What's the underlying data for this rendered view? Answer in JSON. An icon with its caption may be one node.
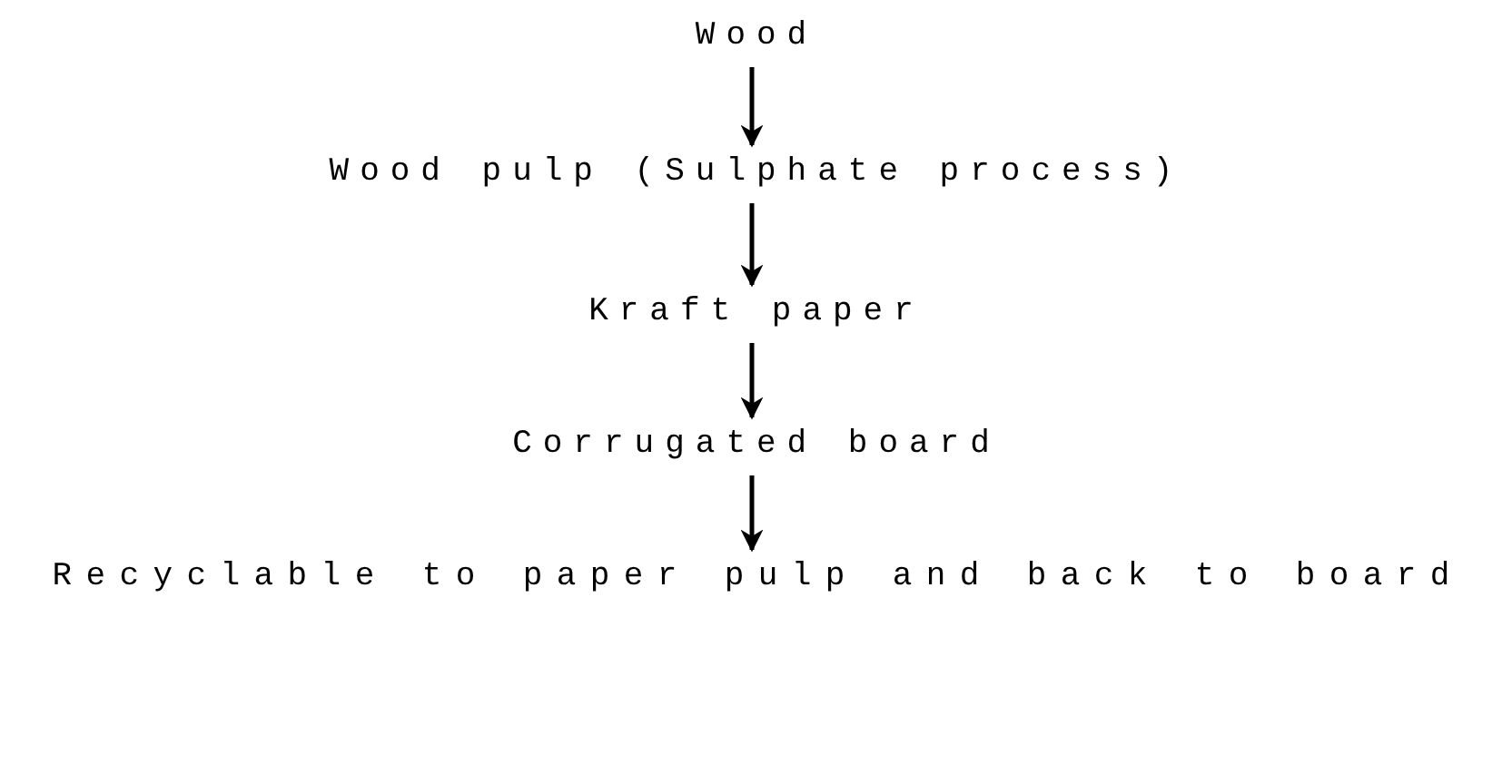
{
  "diagram": {
    "nodes": [
      {
        "text": [
          "Wood"
        ]
      },
      {
        "text": [
          "Wood pulp (Sulphate process)"
        ]
      },
      {
        "text": [
          "Kraft paper"
        ]
      },
      {
        "text": [
          "Corrugated board"
        ]
      },
      {
        "text": [
          "Recyclable to paper pulp and back to board"
        ]
      }
    ],
    "edges": [
      {
        "from": 0,
        "to": 1,
        "arrow": "to"
      },
      {
        "from": 1,
        "to": 2,
        "arrow": "to"
      },
      {
        "from": 2,
        "to": 3,
        "arrow": "to"
      },
      {
        "from": 3,
        "to": 4,
        "arrow": "to"
      }
    ]
  }
}
